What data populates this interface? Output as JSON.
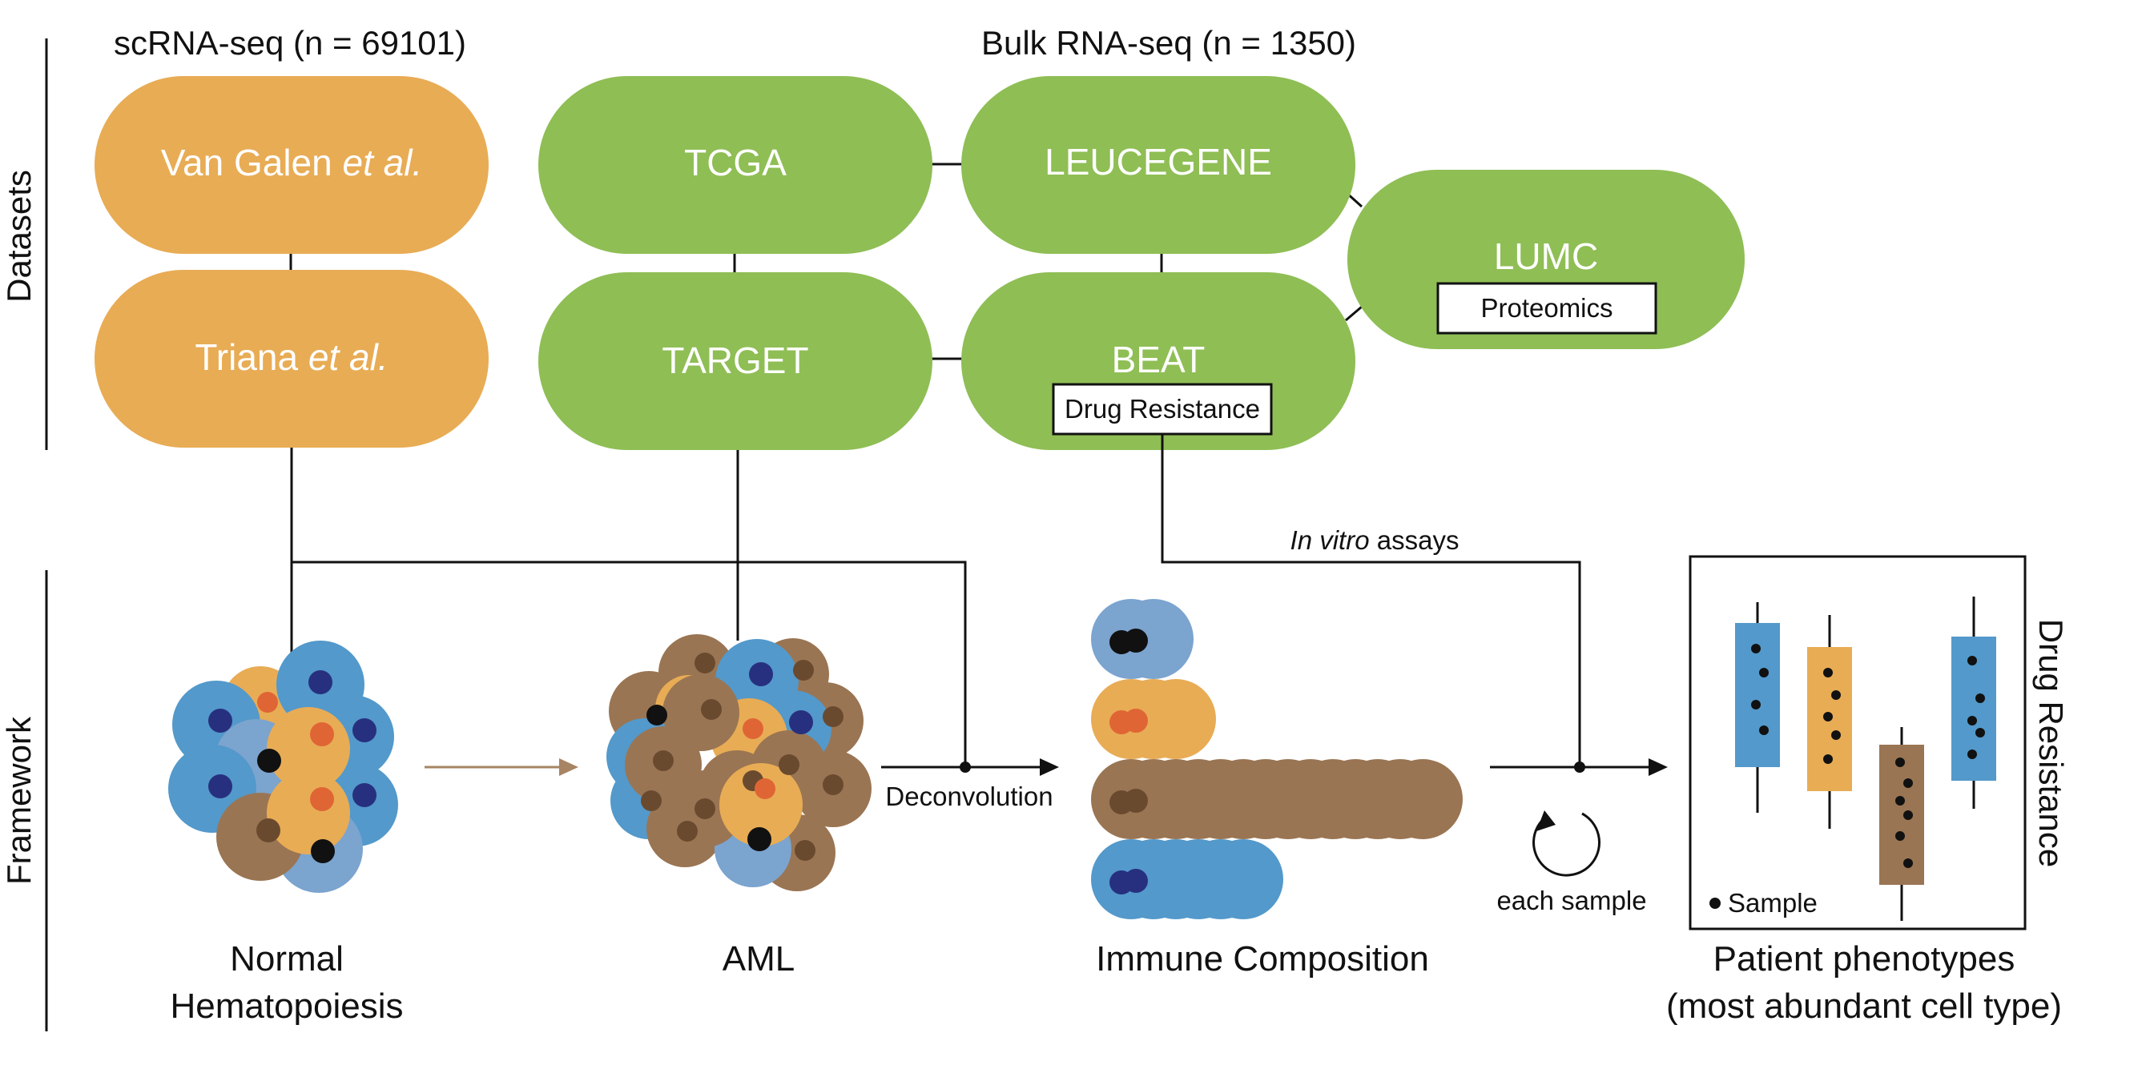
{
  "side_labels": {
    "datasets": "Datasets",
    "framework": "Framework"
  },
  "headings": {
    "scrna": "scRNA-seq (n = 69101)",
    "bulk": "Bulk RNA-seq (n = 1350)"
  },
  "datasets": {
    "van_galen": {
      "name": "Van Galen ",
      "suffix": "et al."
    },
    "triana": {
      "name": "Triana ",
      "suffix": "et al."
    },
    "tcga": "TCGA",
    "target": "TARGET",
    "leucegene": "LEUCEGENE",
    "beat": "BEAT",
    "lumc": "LUMC",
    "beat_box": "Drug Resistance",
    "lumc_box": "Proteomics"
  },
  "framework": {
    "normal_line1": "Normal",
    "normal_line2": "Hematopoiesis",
    "aml": "AML",
    "deconvolution": "Deconvolution",
    "immune": "Immune Composition",
    "in_vitro": "In vitro",
    "assays": " assays",
    "each_sample": "each sample",
    "patient_line1": "Patient phenotypes",
    "patient_line2": "(most abundant cell type)",
    "drug_resistance": "Drug Resistance",
    "sample_legend": "Sample"
  },
  "colors": {
    "orange": "#E8AC55",
    "green": "#8FBE55",
    "blue": "#5399CB",
    "light_blue": "#7BA4CF",
    "brown": "#9A7553",
    "dark_brown": "#6A4A2F",
    "navy": "#27307F",
    "red_orange": "#E06535",
    "arrow_brown": "#A78464"
  }
}
